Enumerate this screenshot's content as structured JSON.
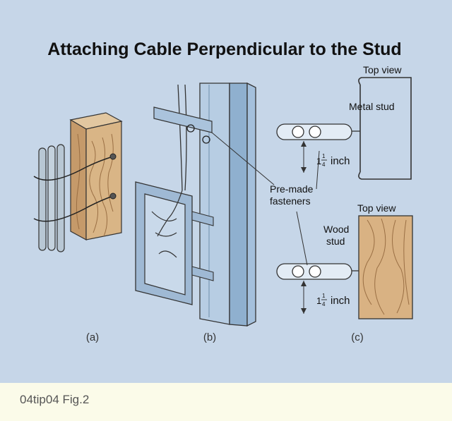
{
  "title": "Attaching Cable Perpendicular to the Stud",
  "labels": {
    "top_view_metal": "Top view",
    "metal_stud": "Metal stud",
    "pre_made_fasteners_1": "Pre-made",
    "pre_made_fasteners_2": "fasteners",
    "top_view_wood": "Top view",
    "wood_stud_1": "Wood",
    "wood_stud_2": "stud",
    "dim_whole_1": "1",
    "dim_frac_num_1": "1",
    "dim_frac_den_1": "4",
    "dim_unit_1": "inch",
    "dim_whole_2": "1",
    "dim_frac_num_2": "1",
    "dim_frac_den_2": "4",
    "dim_unit_2": "inch"
  },
  "panels": {
    "a": "(a)",
    "b": "(b)",
    "c": "(c)"
  },
  "caption": "04tip04 Fig.2",
  "colors": {
    "background": "#c6d6e8",
    "metal": "#a9c4de",
    "wood": "#d6b38a",
    "caption_strip": "#fbfbe9"
  }
}
